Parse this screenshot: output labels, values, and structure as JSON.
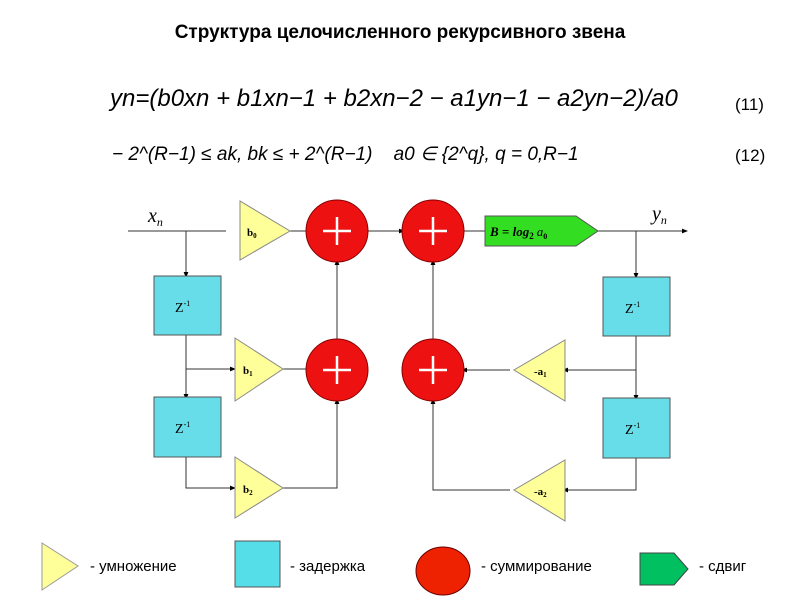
{
  "title": "Структура целочисленного рекурсивного звена",
  "equations": [
    {
      "text": "yn=(b0xn + b1xn−1 + b2xn−2 − a1yn−1 − a2yn−2)/a0",
      "number": "(11)"
    },
    {
      "text": "− 2^(R−1) ≤ ak, bk ≤ + 2^(R−1)    a0 ∈ {2^q}, q = 0,R−1",
      "number": "(12)"
    }
  ],
  "diagram": {
    "input_label": "x",
    "input_sub": "n",
    "output_label": "y",
    "output_sub": "n",
    "gains": {
      "b0": "b",
      "b0_sub": "0",
      "b1": "b",
      "b1_sub": "1",
      "b2": "b",
      "b2_sub": "2",
      "a1": "-a",
      "a1_sub": "1",
      "a2": "-a",
      "a2_sub": "2"
    },
    "delay_label": "Z",
    "delay_sup": "-1",
    "sum_symbol": "+",
    "shift_label": "B = log",
    "shift_sub": "2",
    "shift_arg": "a",
    "shift_arg_sub": "0"
  },
  "legend": [
    {
      "label": "- умножение"
    },
    {
      "label": "- задержка"
    },
    {
      "label": "- суммирование"
    },
    {
      "label": "- сдвиг"
    }
  ],
  "colors": {
    "gain": "#ffff99",
    "delay": "#55dde8",
    "sum": "#ee1111",
    "shift": "#22cc22",
    "legend_shift": "#00c060"
  }
}
